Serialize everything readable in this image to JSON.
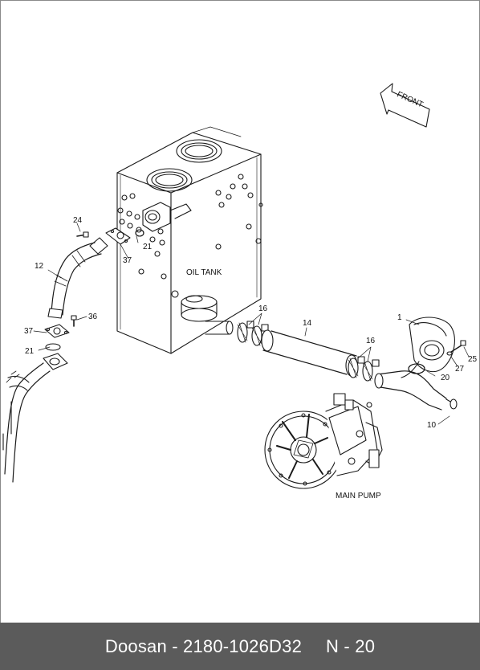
{
  "diagram": {
    "orientation_label": "FRONT",
    "component_labels": {
      "oil_tank": "OIL TANK",
      "main_pump": "MAIN PUMP"
    },
    "callouts": [
      {
        "id": "c1",
        "text": "1"
      },
      {
        "id": "c10",
        "text": "10"
      },
      {
        "id": "c12",
        "text": "12"
      },
      {
        "id": "c14",
        "text": "14"
      },
      {
        "id": "c16a",
        "text": "16"
      },
      {
        "id": "c16b",
        "text": "16"
      },
      {
        "id": "c20",
        "text": "20"
      },
      {
        "id": "c21a",
        "text": "21"
      },
      {
        "id": "c21b",
        "text": "21"
      },
      {
        "id": "c24",
        "text": "24"
      },
      {
        "id": "c25",
        "text": "25"
      },
      {
        "id": "c27",
        "text": "27"
      },
      {
        "id": "c36",
        "text": "36"
      },
      {
        "id": "c37a",
        "text": "37"
      },
      {
        "id": "c37b",
        "text": "37"
      }
    ]
  },
  "footer": {
    "brand_part": "Doosan - 2180-1026D32",
    "page": "N - 20"
  }
}
